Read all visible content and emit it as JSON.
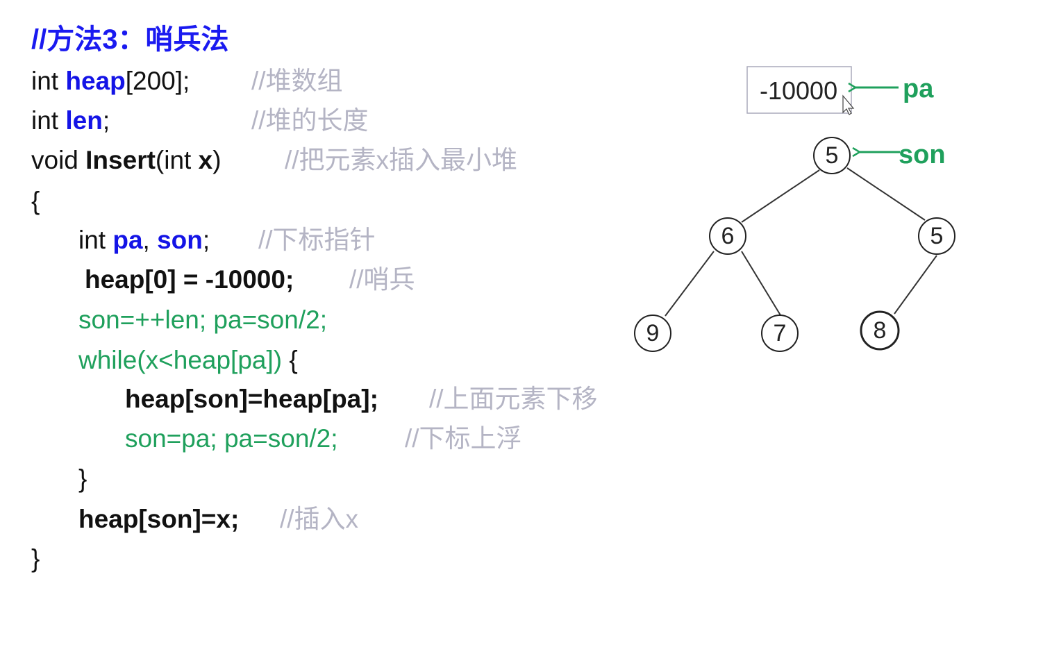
{
  "code": {
    "lines": [
      {
        "segments": [
          {
            "text": "//方法3：哨兵法",
            "style": "title"
          }
        ]
      },
      {
        "segments": [
          {
            "text": "int ",
            "style": "n"
          },
          {
            "text": "heap",
            "style": "kw"
          },
          {
            "text": "[200];",
            "style": "n"
          }
        ],
        "comment": "//堆数组"
      },
      {
        "segments": [
          {
            "text": "int ",
            "style": "n"
          },
          {
            "text": "len",
            "style": "kw"
          },
          {
            "text": ";",
            "style": "n"
          }
        ],
        "comment": "//堆的长度"
      },
      {
        "segments": [
          {
            "text": "void ",
            "style": "n"
          },
          {
            "text": "Insert",
            "style": "b"
          },
          {
            "text": "(int ",
            "style": "n"
          },
          {
            "text": "x",
            "style": "b"
          },
          {
            "text": ")",
            "style": "n"
          }
        ],
        "comment": "//把元素x插入最小堆"
      },
      {
        "segments": [
          {
            "text": "{",
            "style": "n"
          }
        ]
      },
      {
        "segments": [
          {
            "text": "int ",
            "style": "n"
          },
          {
            "text": "pa",
            "style": "kw"
          },
          {
            "text": ", ",
            "style": "n"
          },
          {
            "text": "son",
            "style": "kw"
          },
          {
            "text": ";",
            "style": "n"
          }
        ],
        "comment": "//下标指针"
      },
      {
        "segments": [
          {
            "text": "heap[0] = -10000;",
            "style": "b"
          }
        ],
        "comment": "//哨兵"
      },
      {
        "segments": [
          {
            "text": "son=++len; pa=son/2;",
            "style": "g"
          }
        ]
      },
      {
        "segments": [
          {
            "text": "while(x<heap[pa])",
            "style": "g"
          },
          {
            "text": " {",
            "style": "n"
          }
        ]
      },
      {
        "segments": [
          {
            "text": "heap[son]=heap[pa];",
            "style": "b"
          }
        ],
        "comment": "//上面元素下移"
      },
      {
        "segments": [
          {
            "text": "son=pa; pa=son/2;",
            "style": "g"
          }
        ],
        "comment": "//下标上浮"
      },
      {
        "segments": [
          {
            "text": "}",
            "style": "n"
          }
        ]
      },
      {
        "segments": [
          {
            "text": "heap[son]=x;",
            "style": "b"
          }
        ],
        "comment": "//插入x"
      },
      {
        "segments": [
          {
            "text": "}",
            "style": "n"
          }
        ]
      }
    ]
  },
  "diagram": {
    "sentinel": "-10000",
    "pa_label": "pa",
    "son_label": "son",
    "nodes": [
      "5",
      "6",
      "5",
      "9",
      "7",
      "8"
    ],
    "accent": "#1fa05c"
  }
}
